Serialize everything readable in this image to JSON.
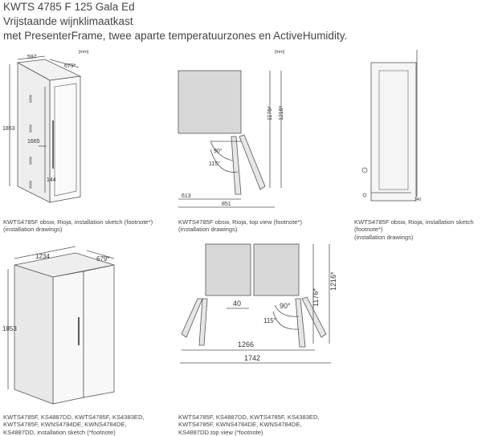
{
  "header": {
    "line1": "KWTS 4785 F 125 Gala Ed",
    "line2": "Vrijstaande wijnklimaatkast",
    "line3": "met PresenterFrame, twee aparte temperatuurzones en ActiveHumidity."
  },
  "drawings": {
    "d1": {
      "unit": "[mm]",
      "width": "597",
      "depth": "679*",
      "height": "1853",
      "handle_height": "1665",
      "handle_bottom": "144",
      "caption": "KWTS4785F obsw, Rioja, installation sketch (footnote*)\n(installation drawings)"
    },
    "d2": {
      "unit": "[mm]",
      "depth1": "1176*",
      "depth2": "1216*",
      "angle1": "90°",
      "angle2": "115°",
      "width1": "613",
      "width2": "851",
      "caption": "KWTS4785F obsw, Rioja, top view (footnote*)\n(installation drawings)"
    },
    "d3": {
      "dim": "240",
      "caption": "KWTS4785F obsw, Rioja, installation sketch (footnote*)\n(installation drawings)"
    },
    "d4": {
      "width": "1234",
      "depth": "679*",
      "height": "1853",
      "caption": "KWTS4785F, KS4887DD, KWTS4785F, KS4383ED,\nKWTS4785F, KWNS4784DE, KWNS4784DE,\nKS4887DD, installation sketch (*footnote)"
    },
    "d5": {
      "gap": "40",
      "angle1": "90°",
      "angle2": "115°",
      "width1": "1266",
      "width2": "1742",
      "depth1": "1176*",
      "depth2": "1216*",
      "caption": "KWTS4785F, KS4887DD, KWTS4785F, KS4383ED,\nKWTS4785F, KWNS4784DE, KWNS4784DE,\nKS4887DD,top view (*footnote)"
    }
  }
}
